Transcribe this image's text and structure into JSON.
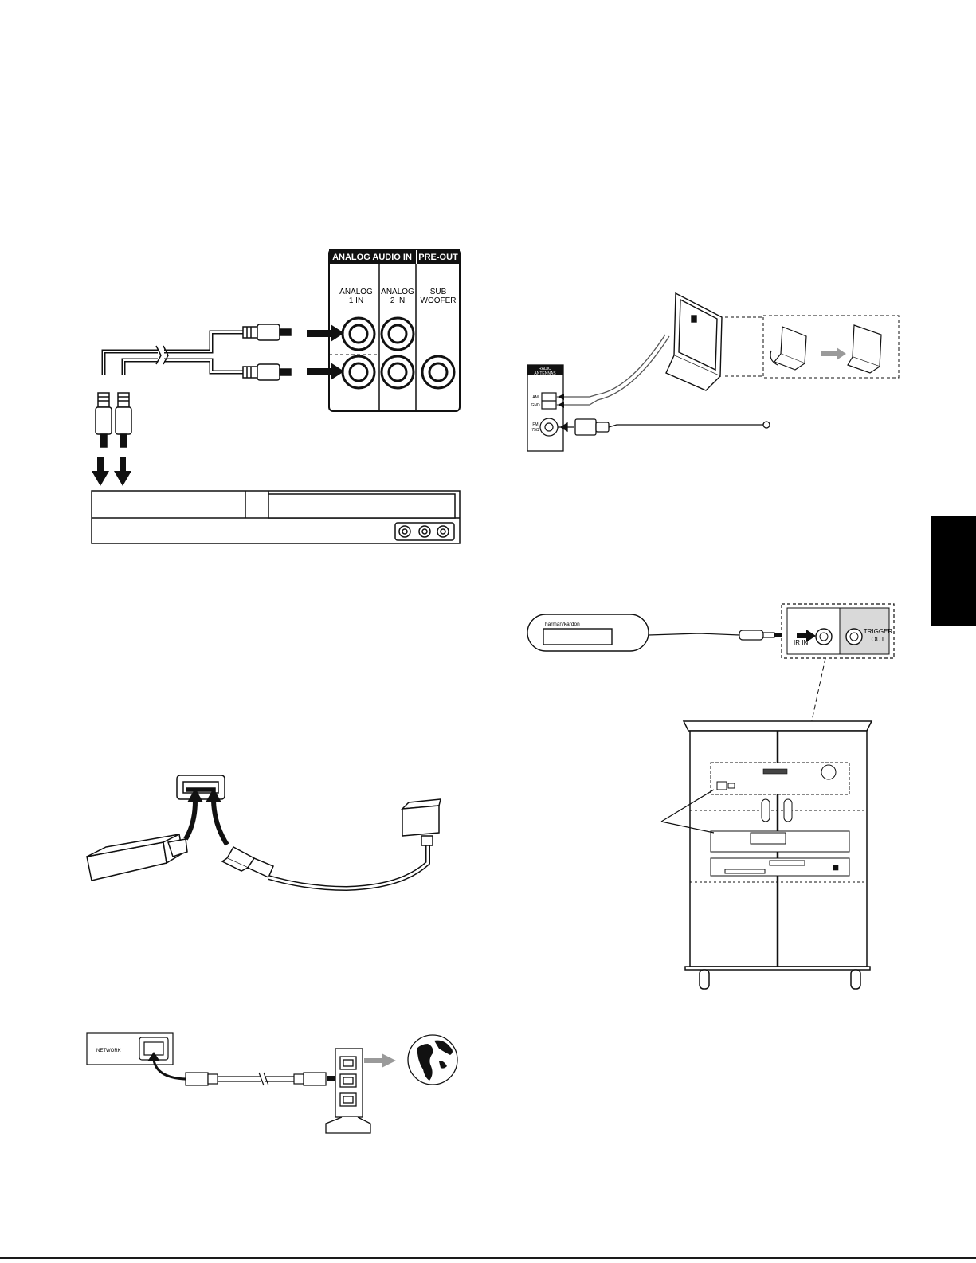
{
  "analog_panel": {
    "section_title_left": "ANALOG AUDIO IN",
    "section_title_right": "PRE-OUT",
    "col1": [
      "ANALOG",
      "1 IN"
    ],
    "col2": [
      "ANALOG",
      "2 IN"
    ],
    "col3": [
      "SUB",
      "WOOFER"
    ]
  },
  "antenna_panel": {
    "title": [
      "RADIO",
      "ANTENNAS"
    ],
    "am": [
      "AM",
      "GND"
    ],
    "fm": [
      "FM",
      "75Ω"
    ]
  },
  "ir_panel": {
    "brand": "harman/kardon",
    "ir_in": "IR IN",
    "trigger": [
      "TRIGGER",
      "OUT"
    ]
  },
  "network_panel": {
    "label": "NETWORK"
  },
  "colors": {
    "ink": "#111111",
    "accent_gray": "#9a9a9a",
    "side_tab": "#000000"
  }
}
